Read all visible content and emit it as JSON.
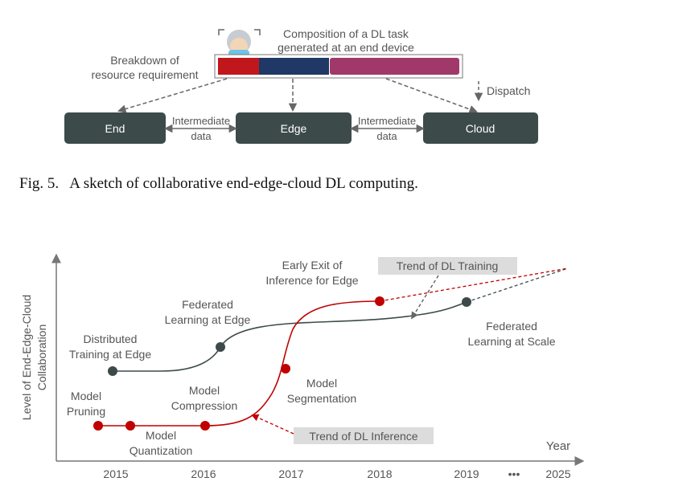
{
  "figure5": {
    "task_title_line1": "Composition of a DL task",
    "task_title_line2": "generated at an end device",
    "breakdown_line1": "Breakdown of",
    "breakdown_line2": "resource requirement",
    "dispatch": "Dispatch",
    "nodes": {
      "end": "End",
      "edge": "Edge",
      "cloud": "Cloud"
    },
    "intermediate_1_line1": "Intermediate",
    "intermediate_1_line2": "data",
    "intermediate_2_line1": "Intermediate",
    "intermediate_2_line2": "data",
    "caption": "Fig. 5.   A sketch of collaborative end-edge-cloud DL computing.",
    "colors": {
      "node": "#3d4a4a",
      "end_segment": "#c0171c",
      "edge_segment": "#1f3866",
      "cloud_segment": "#a0396a"
    }
  },
  "figure6": {
    "ylabel_line1": "Level of End-Edge-Cloud",
    "ylabel_line2": "Collaboration",
    "xlabel": "Year",
    "ticks": [
      "2015",
      "2016",
      "2017",
      "2018",
      "2019",
      "2025"
    ],
    "ellipsis": "•••",
    "labels": {
      "model_pruning_1": "Model",
      "model_pruning_2": "Pruning",
      "model_quantization_1": "Model",
      "model_quantization_2": "Quantization",
      "model_compression_1": "Model",
      "model_compression_2": "Compression",
      "model_segmentation_1": "Model",
      "model_segmentation_2": "Segmentation",
      "early_exit_1": "Early Exit of",
      "early_exit_2": "Inference for Edge",
      "distributed_1": "Distributed",
      "distributed_2": "Training at Edge",
      "federated_edge_1": "Federated",
      "federated_edge_2": "Learning at Edge",
      "federated_scale_1": "Federated",
      "federated_scale_2": "Learning at Scale"
    },
    "trend_training": "Trend of DL Training",
    "trend_inference": "Trend of DL Inference",
    "colors": {
      "inference": "#c00000",
      "training": "#3d4a4a",
      "trend_box": "#dcdcdc"
    }
  }
}
